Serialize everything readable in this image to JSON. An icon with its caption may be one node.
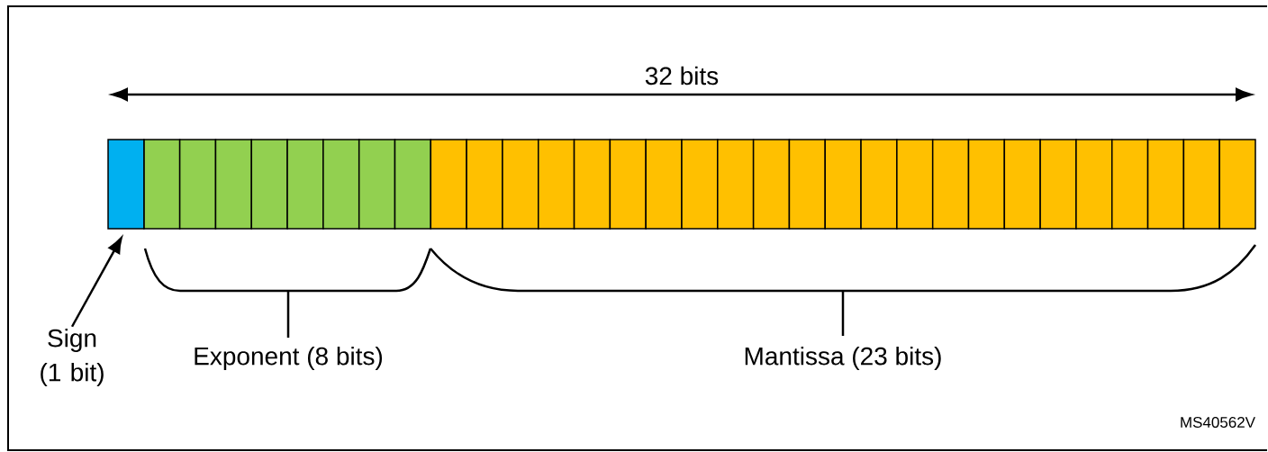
{
  "diagram": {
    "nodes": [
      {
        "text": [
          "Sign (1 bit)"
        ]
      },
      {
        "text": [],
        "shape": "box"
      }
    ],
    "edges": [
      {
        "from": 0,
        "to": 1,
        "arrow": "to"
      }
    ],
    "labels": [
      "32 bits",
      "Exponent (8 bits)",
      "Mantissa (23 bits)",
      "MS40562V"
    ]
  }
}
